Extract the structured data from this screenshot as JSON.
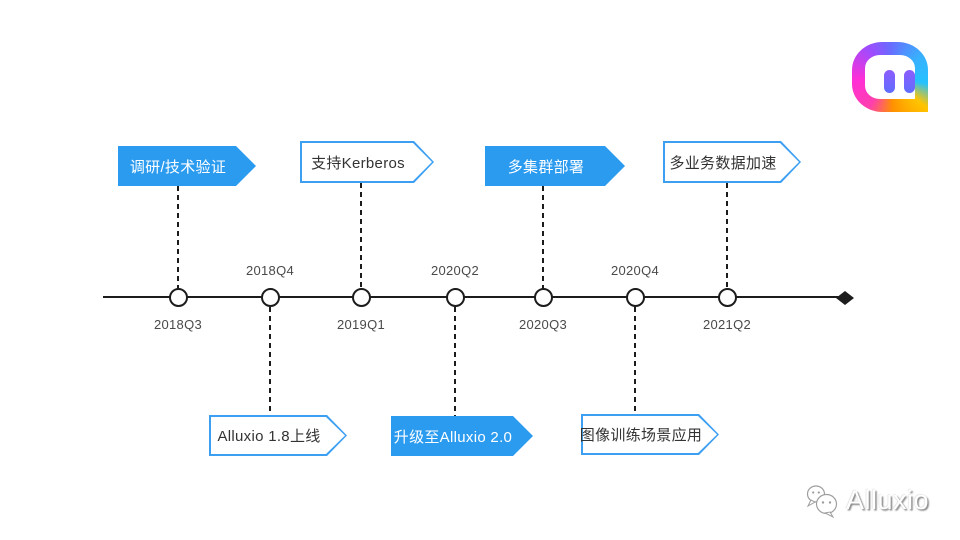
{
  "timeline": {
    "milestones": [
      {
        "date": "2018Q3",
        "label": "调研/技术验证",
        "branch": "top",
        "style": "filled",
        "date_side": "below"
      },
      {
        "date": "2018Q4",
        "label": "Alluxio 1.8上线",
        "branch": "bottom",
        "style": "outline",
        "date_side": "above"
      },
      {
        "date": "2019Q1",
        "label": "支持Kerberos",
        "branch": "top",
        "style": "outline",
        "date_side": "below"
      },
      {
        "date": "2020Q2",
        "label": "升级至Alluxio 2.0",
        "branch": "bottom",
        "style": "filled",
        "date_side": "above"
      },
      {
        "date": "2020Q3",
        "label": "多集群部署",
        "branch": "top",
        "style": "filled",
        "date_side": "below"
      },
      {
        "date": "2020Q4",
        "label": "图像训练场景应用",
        "branch": "bottom",
        "style": "outline",
        "date_side": "above"
      },
      {
        "date": "2021Q2",
        "label": "多业务数据加速",
        "branch": "top",
        "style": "outline",
        "date_side": "below"
      }
    ]
  },
  "watermark": {
    "text": "Alluxio",
    "icon": "wechat-icon"
  },
  "logo": {
    "icon": "momo-logo"
  },
  "colors": {
    "flag_fill": "#2b9bf0",
    "flag_border": "#3d9ff2",
    "axis": "#1c1c1c",
    "date_text": "#4a4a4a",
    "flag_text_dark": "#333333"
  }
}
